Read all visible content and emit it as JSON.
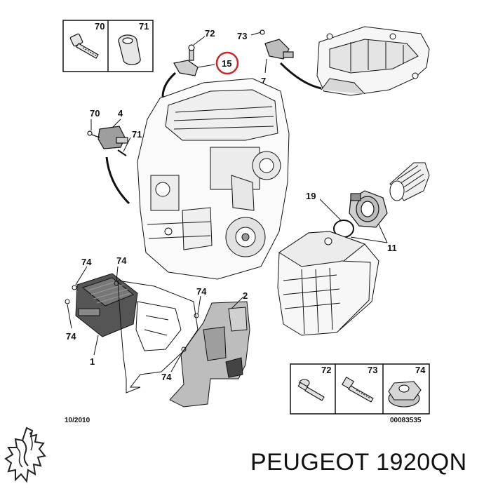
{
  "diagram": {
    "callouts": {
      "c70_box": "70",
      "c71_box": "71",
      "c72_top": "72",
      "c15": "15",
      "c73_top": "73",
      "c7": "7",
      "c70_mid": "70",
      "c4": "4",
      "c71_mid": "71",
      "c19": "19",
      "c11": "11",
      "c74_a": "74",
      "c74_b": "74",
      "c74_c": "74",
      "c74_d": "74",
      "c74_e": "74",
      "c2": "2",
      "c1": "1",
      "c72_box": "72",
      "c73_box": "73",
      "c74_box": "74"
    },
    "date": "10/2010",
    "ref": "00083535"
  },
  "brand_line": "PEUGEOT 1920QN",
  "colors": {
    "line": "#111111",
    "highlight_ring": "#c62828",
    "shade": "#d9d9d9"
  }
}
